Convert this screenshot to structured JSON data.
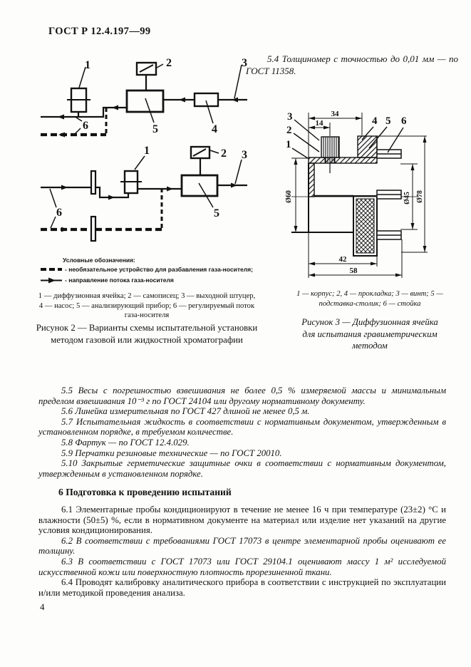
{
  "page": {
    "header": "ГОСТ Р 12.4.197—99",
    "page_number": "4"
  },
  "note54": {
    "text": "5.4  Толщиномер с точностью до 0,01 мм — по ГОСТ 11358."
  },
  "figure2": {
    "callouts": {
      "c1": "1",
      "c2": "2",
      "c3": "3",
      "c4": "4",
      "c5": "5",
      "c6": "6"
    },
    "legend": {
      "title": "Условные обозначения:",
      "items": [
        {
          "label": "- необязательное устройство для разбавления газа-носителя;"
        },
        {
          "label": "- направление потока газа-носителя"
        }
      ]
    },
    "key_lines": [
      "1 — диффузионная ячейка; 2 — самописец; 3 — выходной штуцер,",
      "4 — насос; 5 — анализирующий прибор; 6 — регулируемый поток",
      "газа-носителя"
    ],
    "caption_lines": [
      "Рисунок 2 — Варианты схемы испытательной установки",
      "методом газовой или жидкостной хроматографии"
    ]
  },
  "figure3": {
    "callouts": {
      "c1": "1",
      "c2": "2",
      "c3": "3",
      "c4": "4",
      "c5": "5",
      "c6": "6"
    },
    "dims": {
      "top_outer": "34",
      "top_inner": "14",
      "left_dia": "Ø60",
      "inner_dia": "Ø45",
      "outer_dia": "Ø78",
      "depth": "42",
      "width": "58"
    },
    "key_lines": [
      "1 — корпус;  2, 4 — прокладка;  3 — винт; 5 —",
      "подставка-столик; 6 — стойка"
    ],
    "caption_lines": [
      "Рисунок 3 — Диффузионная ячейка",
      "для испытания гравиметрическим",
      "методом"
    ]
  },
  "body": {
    "p55": "5.5  Весы с погрешностью взвешивания не более 0,5 % измеряемой массы и минимальным пределом взвешивания 10⁻³ г по ГОСТ 24104 или другому нормативному документу.",
    "p56": "5.6  Линейка измерительная по ГОСТ 427 длиной не менее 0,5 м.",
    "p57": "5.7  Испытательная жидкость в соответствии с нормативным документом, утвержденным в установленном порядке, в требуемом количестве.",
    "p58": "5.8  Фартук — по ГОСТ 12.4.029.",
    "p59": "5.9  Перчатки резиновые технические — по ГОСТ 20010.",
    "p510": "5.10 Закрытые герметические защитные очки в соответствии с нормативным документом, утвержденным в установленном порядке.",
    "section6_heading": "6  Подготовка к проведению испытаний",
    "p61": "6.1  Элементарные пробы кондиционируют в течение не менее 16 ч при температуре (23±2) °С и влажности (50±5) %, если в нормативном документе на материал или изделие нет указаний на другие условия кондиционирования.",
    "p62": "6.2  В соответствии с требованиями ГОСТ 17073 в центре элементарной пробы оценивают ее толщину.",
    "p63": "6.3  В соответствии с ГОСТ 17073 или ГОСТ 29104.1 оценивают массу 1 м² исследуемой искусственной кожи или поверхностную плотность прорезиненной ткани.",
    "p64": "6.4  Проводят калибровку аналитического прибора в соответствии с инструкцией по эксплуатации и/или методикой проведения анализа."
  }
}
